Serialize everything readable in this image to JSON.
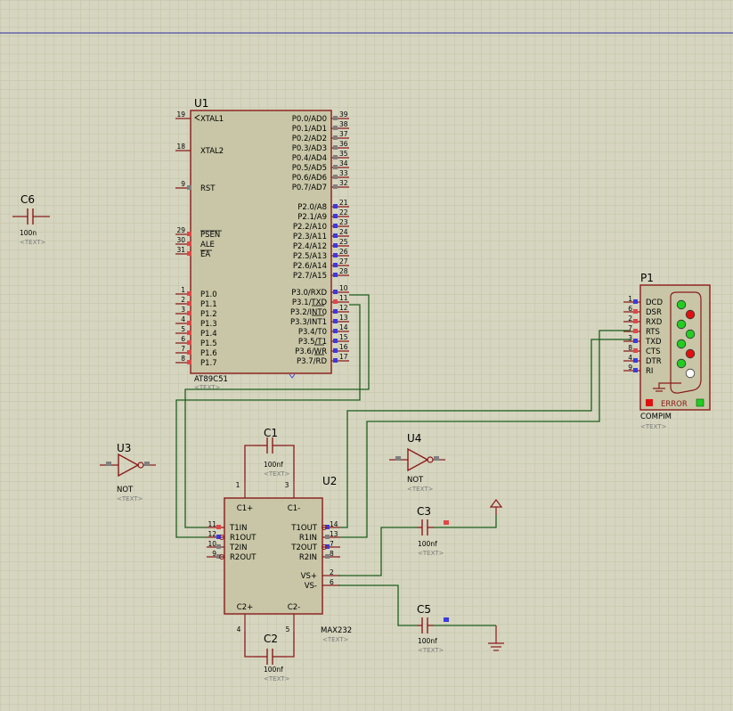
{
  "u1": {
    "ref": "U1",
    "part": "AT89C51",
    "text": "<TEXT>",
    "left_pins": [
      {
        "num": "19",
        "name": "XTAL1"
      },
      {
        "num": "18",
        "name": "XTAL2"
      },
      {
        "num": "9",
        "name": "RST"
      },
      {
        "num": "29",
        "name": "PSEN"
      },
      {
        "num": "30",
        "name": "ALE"
      },
      {
        "num": "31",
        "name": "EA"
      },
      {
        "num": "1",
        "name": "P1.0"
      },
      {
        "num": "2",
        "name": "P1.1"
      },
      {
        "num": "3",
        "name": "P1.2"
      },
      {
        "num": "4",
        "name": "P1.3"
      },
      {
        "num": "5",
        "name": "P1.4"
      },
      {
        "num": "6",
        "name": "P1.5"
      },
      {
        "num": "7",
        "name": "P1.6"
      },
      {
        "num": "8",
        "name": "P1.7"
      }
    ],
    "right_pins": [
      {
        "num": "39",
        "name": "P0.0/AD0"
      },
      {
        "num": "38",
        "name": "P0.1/AD1"
      },
      {
        "num": "37",
        "name": "P0.2/AD2"
      },
      {
        "num": "36",
        "name": "P0.3/AD3"
      },
      {
        "num": "35",
        "name": "P0.4/AD4"
      },
      {
        "num": "34",
        "name": "P0.5/AD5"
      },
      {
        "num": "33",
        "name": "P0.6/AD6"
      },
      {
        "num": "32",
        "name": "P0.7/AD7"
      },
      {
        "num": "21",
        "name": "P2.0/A8"
      },
      {
        "num": "22",
        "name": "P2.1/A9"
      },
      {
        "num": "23",
        "name": "P2.2/A10"
      },
      {
        "num": "24",
        "name": "P2.3/A11"
      },
      {
        "num": "25",
        "name": "P2.4/A12"
      },
      {
        "num": "26",
        "name": "P2.5/A13"
      },
      {
        "num": "27",
        "name": "P2.6/A14"
      },
      {
        "num": "28",
        "name": "P2.7/A15"
      },
      {
        "num": "10",
        "name": "P3.0/RXD"
      },
      {
        "num": "11",
        "name": "P3.1/TXD"
      },
      {
        "num": "12",
        "name": "P3.2/INT0"
      },
      {
        "num": "13",
        "name": "P3.3/INT1"
      },
      {
        "num": "14",
        "name": "P3.4/T0"
      },
      {
        "num": "15",
        "name": "P3.5/T1"
      },
      {
        "num": "16",
        "name": "P3.6/WR"
      },
      {
        "num": "17",
        "name": "P3.7/RD"
      }
    ]
  },
  "u2": {
    "ref": "U2",
    "part": "MAX232",
    "text": "<TEXT>",
    "left_pins": [
      {
        "num": "11",
        "name": "T1IN"
      },
      {
        "num": "12",
        "name": "R1OUT"
      },
      {
        "num": "10",
        "name": "T2IN"
      },
      {
        "num": "9",
        "name": "R2OUT"
      }
    ],
    "right_pins": [
      {
        "num": "14",
        "name": "T1OUT"
      },
      {
        "num": "13",
        "name": "R1IN"
      },
      {
        "num": "7",
        "name": "T2OUT"
      },
      {
        "num": "8",
        "name": "R2IN"
      },
      {
        "num": "2",
        "name": "VS+"
      },
      {
        "num": "6",
        "name": "VS-"
      }
    ],
    "top_pins": [
      {
        "num": "1",
        "name": "C1+"
      },
      {
        "num": "3",
        "name": "C1-"
      }
    ],
    "bottom_pins": [
      {
        "num": "4",
        "name": "C2+"
      },
      {
        "num": "5",
        "name": "C2-"
      }
    ]
  },
  "u3": {
    "ref": "U3",
    "part": "NOT",
    "text": "<TEXT>"
  },
  "u4": {
    "ref": "U4",
    "part": "NOT",
    "text": "<TEXT>"
  },
  "capacitors": {
    "c1": {
      "ref": "C1",
      "value": "100nf",
      "text": "<TEXT>"
    },
    "c2": {
      "ref": "C2",
      "value": "100nf",
      "text": "<TEXT>"
    },
    "c3": {
      "ref": "C3",
      "value": "100nf",
      "text": "<TEXT>"
    },
    "c5": {
      "ref": "C5",
      "value": "100nf",
      "text": "<TEXT>"
    },
    "c6": {
      "ref": "C6",
      "value": "100n",
      "text": "<TEXT>"
    }
  },
  "p1": {
    "ref": "P1",
    "part": "COMPIM",
    "text": "<TEXT>",
    "error_label": "ERROR",
    "pins": [
      {
        "num": "1",
        "name": "DCD",
        "led": "green"
      },
      {
        "num": "6",
        "name": "DSR",
        "led": "red"
      },
      {
        "num": "2",
        "name": "RXD",
        "led": "green"
      },
      {
        "num": "7",
        "name": "RTS",
        "led": "green"
      },
      {
        "num": "3",
        "name": "TXD",
        "led": "green"
      },
      {
        "num": "8",
        "name": "CTS",
        "led": "red"
      },
      {
        "num": "4",
        "name": "DTR",
        "led": "green"
      },
      {
        "num": "9",
        "name": "RI",
        "led": "white"
      }
    ]
  },
  "colors": {
    "background": "#d6d5bf",
    "grid": "#c3c2ab",
    "wire": "#1d5f1d",
    "component": "#8a1a1a",
    "chip_fill": "#c8c6a6",
    "pin_red": "#e04848",
    "pin_blue": "#3a3ae0",
    "pin_gray": "#808080",
    "led_green": "#22cc22",
    "led_red": "#e01010",
    "hint_text": "#7a7a7a",
    "top_line": "#3030a0"
  }
}
